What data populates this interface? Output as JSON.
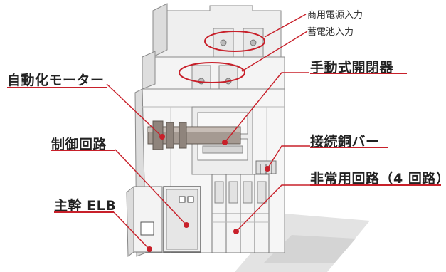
{
  "labels": {
    "commercial_input": "商用電源入力",
    "battery_input": "蓄電池入力",
    "auto_motor": "自動化モーター",
    "manual_switch": "手動式開閉器",
    "control_circuit": "制御回路",
    "connection_bar": "接続銅バー",
    "emergency_circuit": "非常用回路（4 回路）",
    "main_elb": "主幹 ELB"
  },
  "colors": {
    "accent": "#c8202a",
    "callout_dot": "#c8202a",
    "body": "#f2f2f2",
    "outline": "#8a8a8a",
    "motor": "#9b8f86"
  }
}
